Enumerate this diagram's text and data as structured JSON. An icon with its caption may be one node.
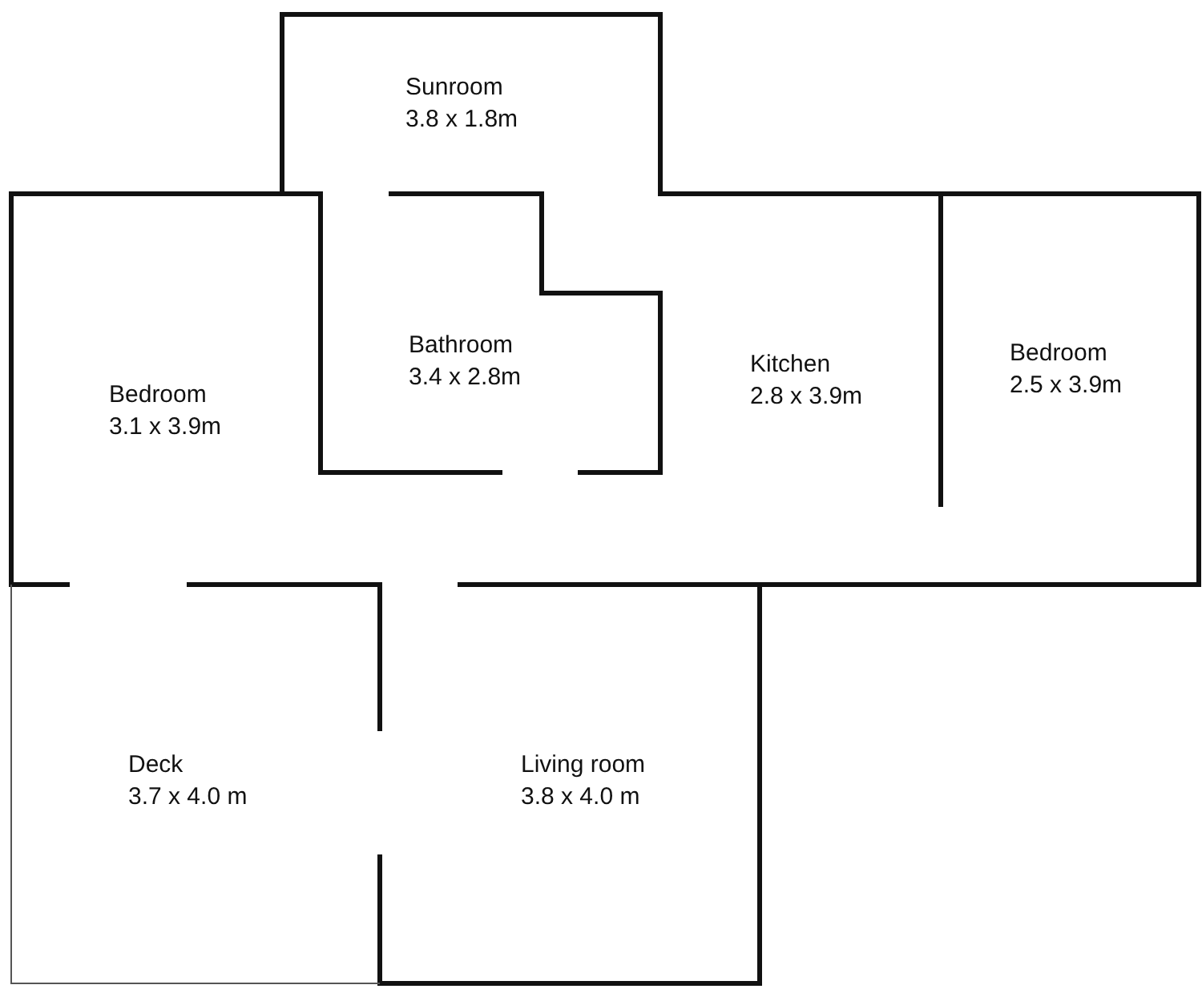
{
  "diagram": {
    "nodes": [
      {
        "text": [
          "Sunroom",
          "3.8 x 1.8m"
        ]
      },
      {
        "text": [
          "Bedroom",
          "3.1 x 3.9m"
        ]
      },
      {
        "text": [
          "Bathroom",
          "3.4 x 2.8m"
        ]
      },
      {
        "text": [
          "Kitchen",
          "2.8 x 3.9m"
        ]
      },
      {
        "text": [
          "Bedroom",
          "2.5 x 3.9m"
        ]
      },
      {
        "text": [
          "Deck",
          "3.7 x 4.0 m"
        ]
      },
      {
        "text": [
          "Living room",
          "3.8 x 4.0 m"
        ]
      }
    ],
    "edges": []
  }
}
